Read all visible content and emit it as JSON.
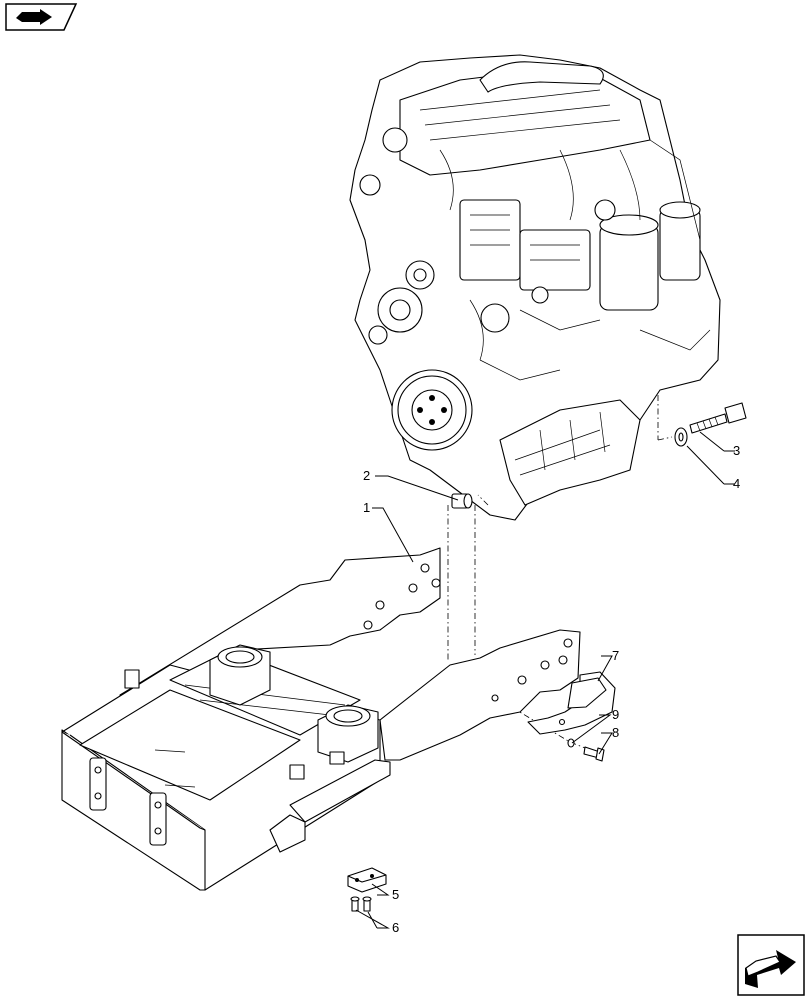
{
  "diagram": {
    "callouts": [
      {
        "id": "1",
        "text": "1"
      },
      {
        "id": "2",
        "text": "2"
      },
      {
        "id": "3",
        "text": "3"
      },
      {
        "id": "4",
        "text": "4"
      },
      {
        "id": "5",
        "text": "5"
      },
      {
        "id": "6",
        "text": "6"
      },
      {
        "id": "7",
        "text": "7"
      },
      {
        "id": "8",
        "text": "8"
      },
      {
        "id": "9",
        "text": "9"
      }
    ],
    "icons": {
      "top_left": "book-arrow-icon",
      "bottom_right": "next-page-arrow-icon"
    },
    "colors": {
      "line": "#000000",
      "background": "#ffffff"
    }
  }
}
